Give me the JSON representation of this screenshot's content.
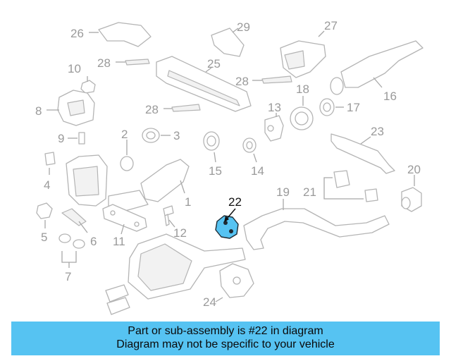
{
  "callouts": [
    "1",
    "2",
    "3",
    "4",
    "5",
    "6",
    "7",
    "8",
    "9",
    "10",
    "11",
    "12",
    "13",
    "14",
    "15",
    "16",
    "17",
    "18",
    "19",
    "20",
    "21",
    "22",
    "23",
    "24",
    "25",
    "26",
    "27",
    "28",
    "29"
  ],
  "highlighted_part": "22",
  "banner": {
    "line1": "Part or sub-assembly is #22 in diagram",
    "line2": "Diagram may not be specific to your vehicle"
  },
  "colors": {
    "highlight": "#56c3f2",
    "banner_bg": "#56c3f2",
    "line_art": "#b4b4b4",
    "label": "#9a9a9a"
  }
}
